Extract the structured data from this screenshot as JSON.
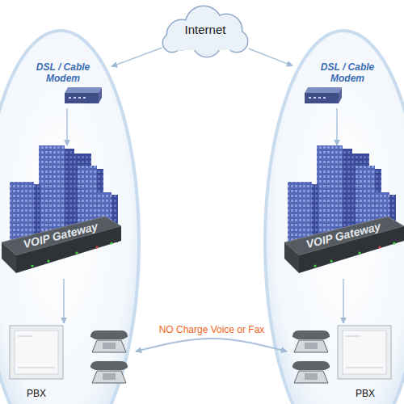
{
  "diagram": {
    "nodes": [
      {
        "text": [
          "Internet"
        ]
      },
      {
        "text": [
          "DSL / Cable Modem"
        ]
      },
      {
        "text": [
          "DSL / Cable Modem"
        ]
      },
      {
        "text": [
          "VOIP Gateway"
        ]
      },
      {
        "text": [
          "VOIP Gateway"
        ]
      },
      {
        "text": [
          "PBX"
        ]
      },
      {
        "text": [
          "PBX"
        ]
      }
    ],
    "edges": [
      {
        "from": 0,
        "to": 1,
        "arrow": "to"
      },
      {
        "from": 0,
        "to": 2,
        "arrow": "to"
      },
      {
        "from": 1,
        "to": 3,
        "arrow": "to"
      },
      {
        "from": 2,
        "to": 4,
        "arrow": "to"
      },
      {
        "from": 3,
        "to": 5,
        "arrow": "to"
      },
      {
        "from": 4,
        "to": 6,
        "arrow": "to"
      },
      {
        "from": 5,
        "to": 6,
        "label": "NO Charge Voice or Fax",
        "arrow": "both"
      }
    ]
  }
}
